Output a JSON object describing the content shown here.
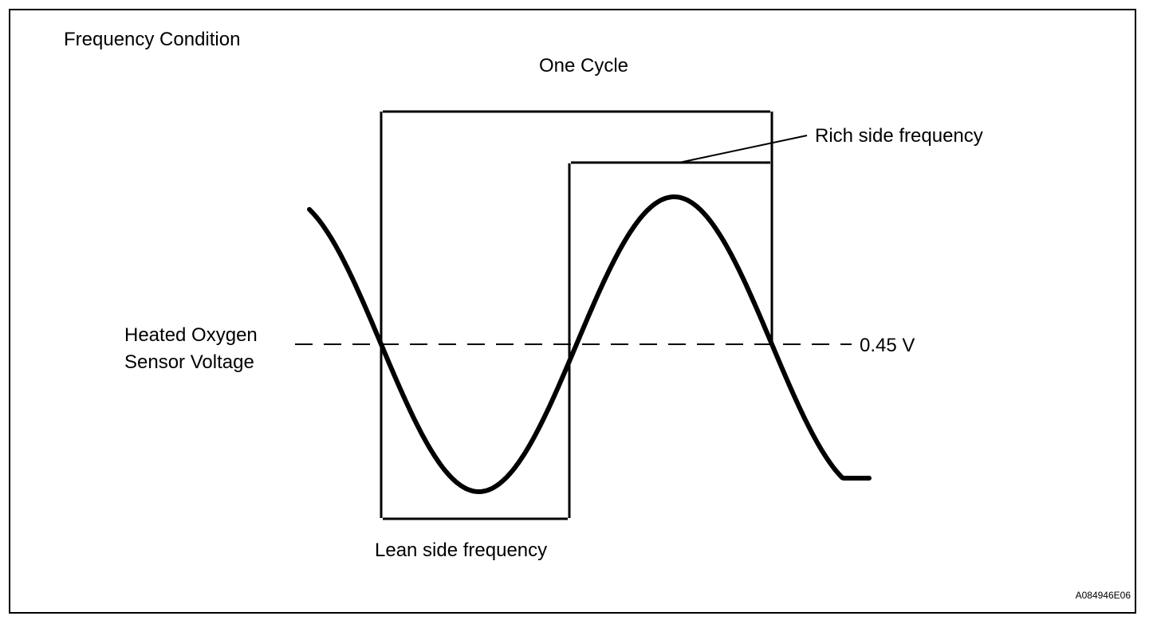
{
  "title": "Frequency Condition",
  "labels": {
    "one_cycle": "One Cycle",
    "rich_side": "Rich side frequency",
    "lean_side": "Lean side frequency",
    "sensor_line1": "Heated Oxygen",
    "sensor_line2": "Sensor Voltage",
    "threshold": "0.45 V"
  },
  "figure_code": "A084946E06",
  "colors": {
    "ink": "#000000",
    "background": "#ffffff"
  }
}
